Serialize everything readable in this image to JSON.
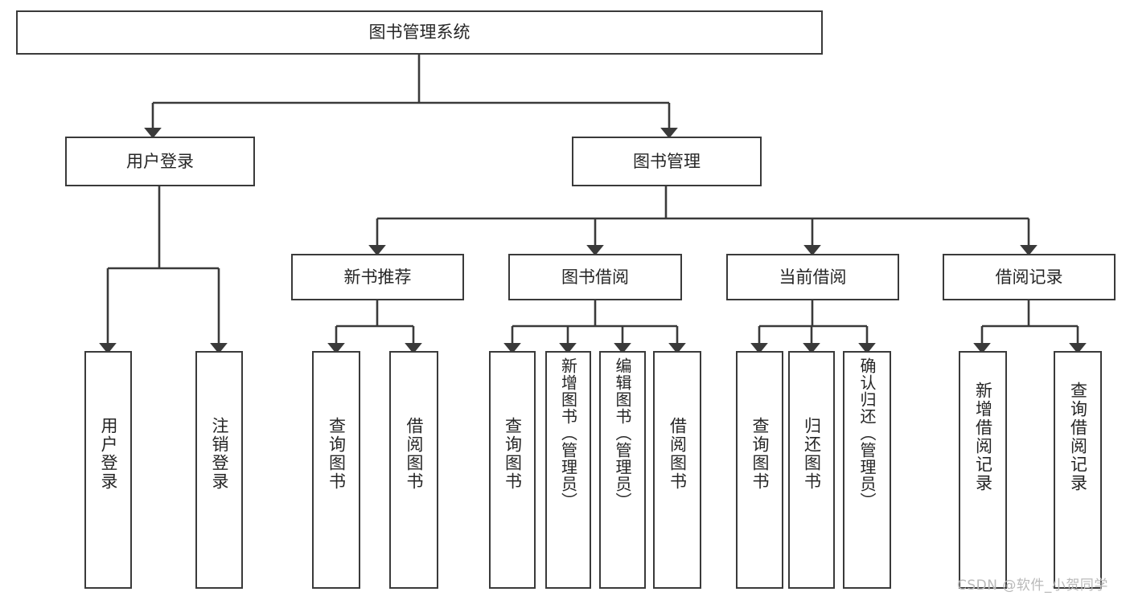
{
  "diagram": {
    "type": "tree-hierarchy-diagram",
    "title": "图书管理系统",
    "orientation": "top-down",
    "line_color": "#3a3a3a",
    "box_fill": "#ffffff",
    "text_color": "#262626",
    "levels": {
      "root": {
        "label": "图书管理系统"
      },
      "level2": [
        {
          "id": "user-login",
          "label": "用户登录"
        },
        {
          "id": "book-manage",
          "label": "图书管理"
        }
      ],
      "level3": [
        {
          "id": "new-book-rec",
          "label": "新书推荐",
          "parent": "book-manage"
        },
        {
          "id": "book-borrow",
          "label": "图书借阅",
          "parent": "book-manage"
        },
        {
          "id": "current-borrow",
          "label": "当前借阅",
          "parent": "book-manage"
        },
        {
          "id": "borrow-record",
          "label": "借阅记录",
          "parent": "book-manage"
        }
      ],
      "leaves": [
        {
          "id": "leaf-user-login",
          "label": "用户登录",
          "parent": "user-login"
        },
        {
          "id": "leaf-logout-login",
          "label": "注销登录",
          "parent": "user-login"
        },
        {
          "id": "leaf-query-book-1",
          "label": "查询图书",
          "parent": "new-book-rec"
        },
        {
          "id": "leaf-borrow-book-1",
          "label": "借阅图书",
          "parent": "new-book-rec"
        },
        {
          "id": "leaf-query-book-2",
          "label": "查询图书",
          "parent": "book-borrow"
        },
        {
          "id": "leaf-add-book",
          "label": "新增图书（管理员）",
          "parent": "book-borrow"
        },
        {
          "id": "leaf-edit-book",
          "label": "编辑图书（管理员）",
          "parent": "book-borrow"
        },
        {
          "id": "leaf-borrow-book-2",
          "label": "借阅图书",
          "parent": "book-borrow"
        },
        {
          "id": "leaf-query-book-3",
          "label": "查询图书",
          "parent": "current-borrow"
        },
        {
          "id": "leaf-return-book",
          "label": "归还图书",
          "parent": "current-borrow"
        },
        {
          "id": "leaf-confirm-return",
          "label": "确认归还（管理员）",
          "parent": "current-borrow"
        },
        {
          "id": "leaf-add-record",
          "label": "新增借阅记录",
          "parent": "borrow-record"
        },
        {
          "id": "leaf-query-record",
          "label": "查询借阅记录",
          "parent": "borrow-record"
        }
      ]
    }
  },
  "watermark": {
    "text": "CSDN @软件_小贺同学"
  }
}
